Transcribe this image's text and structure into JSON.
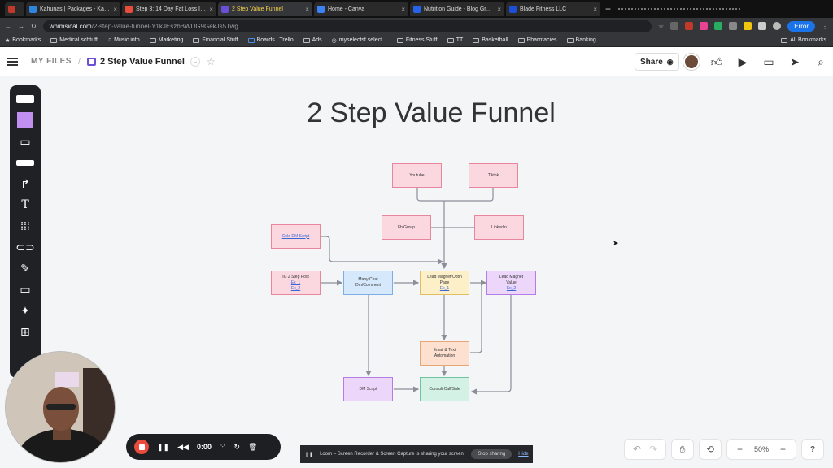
{
  "browser": {
    "tabs": [
      {
        "title": "",
        "color": "#c0392b",
        "active": false
      },
      {
        "title": "Kahunas | Packages - Kah...",
        "color": "#2e86de",
        "active": false
      },
      {
        "title": "Step 3: 14 Day Fat Loss Intro...",
        "color": "#e74c3c",
        "active": false
      },
      {
        "title": "2 Step Value Funnel",
        "color": "#6b4fd8",
        "active": true
      },
      {
        "title": "Home - Canva",
        "color": "#3b82f6",
        "active": false
      },
      {
        "title": "Nutrition Guide - Blog Graph...",
        "color": "#2563eb",
        "active": false
      },
      {
        "title": "Blade Fitness LLC",
        "color": "#1d4ed8",
        "active": false
      }
    ],
    "url_host": "whimsical.com",
    "url_path": "/2-step-value-funnel-Y1kJEszbBWUG9GekJs5Twg",
    "error_label": "Error",
    "bookmarks": [
      "Bookmarks",
      "Medical schtuff",
      "Music info",
      "Marketing",
      "Financial Stuff",
      "Boards | Trello",
      "Ads",
      "myselectsf.select...",
      "Fitness Stuff",
      "TT",
      "Basketball",
      "Pharmacies",
      "Banking"
    ],
    "all_bookmarks": "All Bookmarks"
  },
  "app": {
    "breadcrumb_root": "MY FILES",
    "doc_title": "2 Step Value Funnel",
    "share_label": "Share"
  },
  "board": {
    "title": "2 Step Value Funnel",
    "nodes": {
      "youtube": "Youtube",
      "tiktok": "Tiktok",
      "fb_group": "Fb Group",
      "linkedin": "LinkedIn",
      "cold_dm": "Cold DM Script",
      "ig_post": "IG 2 Step Post",
      "ig_ex1": "Ex_1",
      "ig_ex2": "Ex_2",
      "manychat_1": "Many Chat",
      "manychat_2": "Dm/Comment",
      "lead_magnet_page_1": "Lead Magnet/Optin",
      "lead_magnet_page_2": "Page",
      "lmp_ex1": "Ex_1",
      "lead_magnet_value_1": "Lead Magnet",
      "lead_magnet_value_2": "Value",
      "lmv_ex2": "Ex_2",
      "email_1": "Email & Text",
      "email_2": "Automation",
      "dm_script": "DM Script",
      "consult": "Consult Call/Sale"
    }
  },
  "recorder": {
    "time": "0:00",
    "loom_text": "Loom – Screen Recorder & Screen Capture is sharing your screen.",
    "stop_label": "Stop sharing",
    "hide_label": "Hide"
  },
  "zoom": {
    "level": "50%",
    "help": "?"
  },
  "colors": {
    "accent": "#6b4fd8",
    "record": "#e94b3c",
    "canvas": "#f4f5f7"
  }
}
